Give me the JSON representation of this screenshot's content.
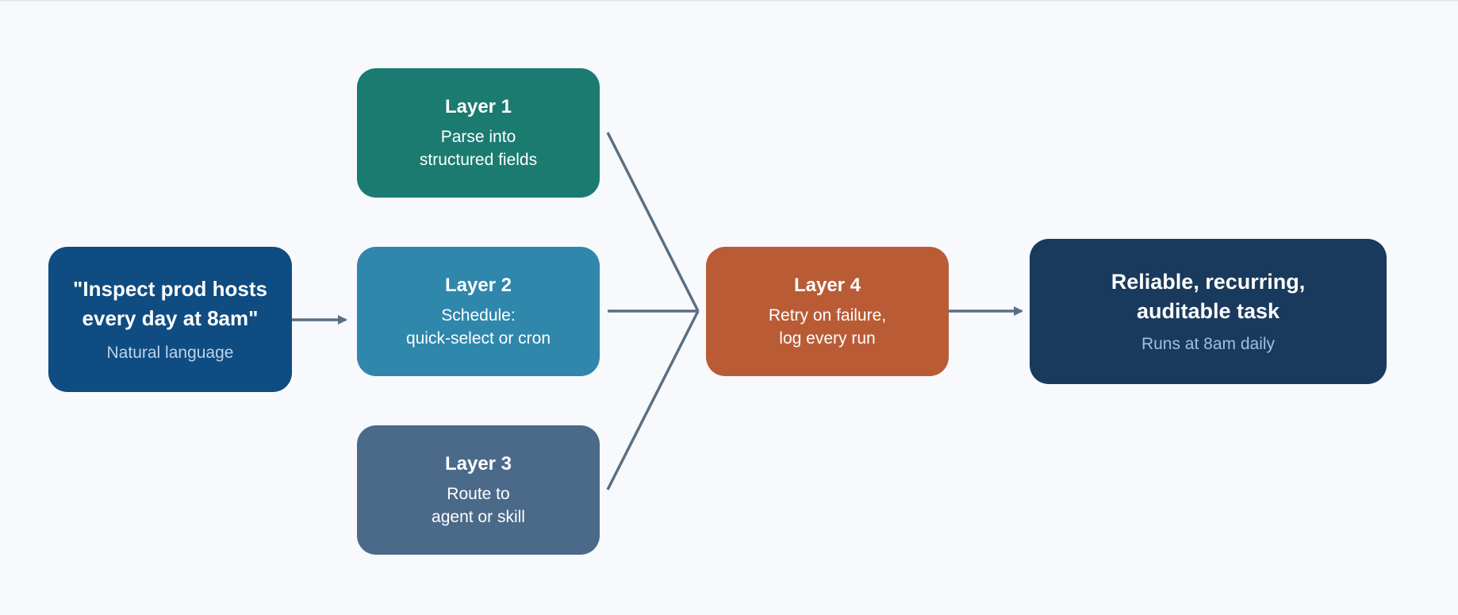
{
  "diagram": {
    "input": {
      "title": "\"Inspect prod hosts\nevery day at 8am\"",
      "subtitle": "Natural language",
      "color": "#0f4c81"
    },
    "layers": [
      {
        "title": "Layer 1",
        "description": "Parse into\nstructured fields",
        "color": "#1b7b70"
      },
      {
        "title": "Layer 2",
        "description": "Schedule:\nquick-select or cron",
        "color": "#2f87ac"
      },
      {
        "title": "Layer 3",
        "description": "Route to\nagent or skill",
        "color": "#4b6a8a"
      },
      {
        "title": "Layer 4",
        "description": "Retry on failure,\nlog every run",
        "color": "#b95c36"
      }
    ],
    "result": {
      "title": "Reliable, recurring,\nauditable task",
      "subtitle": "Runs at 8am daily",
      "color": "#193a5c"
    },
    "connector_color": "#5b6f82"
  }
}
